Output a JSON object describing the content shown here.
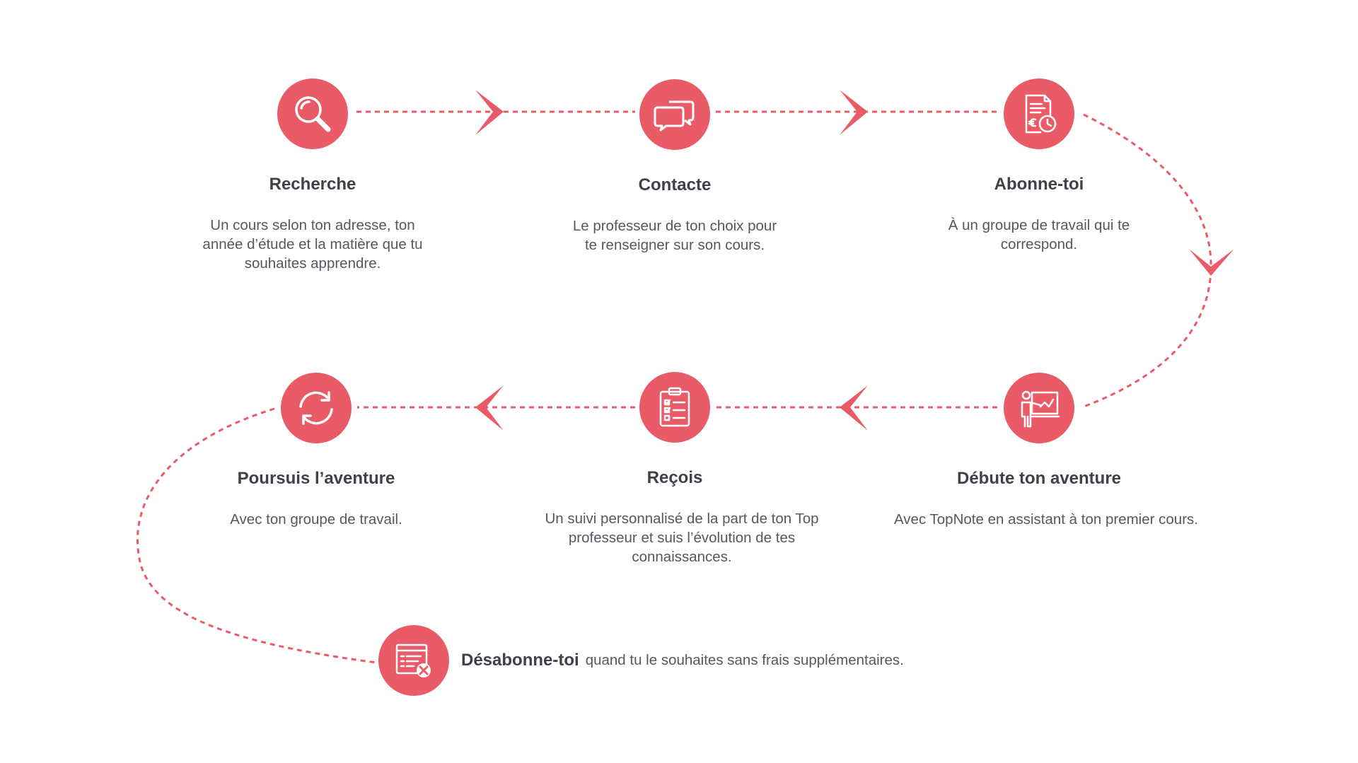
{
  "accent_color": "#e85b67",
  "steps": [
    {
      "title": "Recherche",
      "description": "Un cours selon ton adresse, ton année d’étude et la matière que tu souhaites apprendre.",
      "icon": "search-icon"
    },
    {
      "title": "Contacte",
      "description": "Le professeur de ton choix pour te renseigner sur son cours.",
      "icon": "chat-bubbles-icon"
    },
    {
      "title": "Abonne-toi",
      "description": "À un groupe de travail qui te correspond.",
      "icon": "subscription-document-icon"
    },
    {
      "title": "Poursuis l’aventure",
      "description": "Avec ton groupe de travail.",
      "icon": "refresh-cycle-icon"
    },
    {
      "title": "Reçois",
      "description": "Un suivi personnalisé de la part de ton Top professeur et suis l’évolution de tes connaissances.",
      "icon": "checklist-clipboard-icon"
    },
    {
      "title": "Débute ton aventure",
      "description": "Avec TopNote en assistant à ton premier cours.",
      "icon": "teacher-board-icon"
    }
  ],
  "final_step": {
    "title": "Désabonne-toi",
    "description": "quand tu le souhaites sans frais supplémentaires.",
    "icon": "unsubscribe-list-icon"
  }
}
